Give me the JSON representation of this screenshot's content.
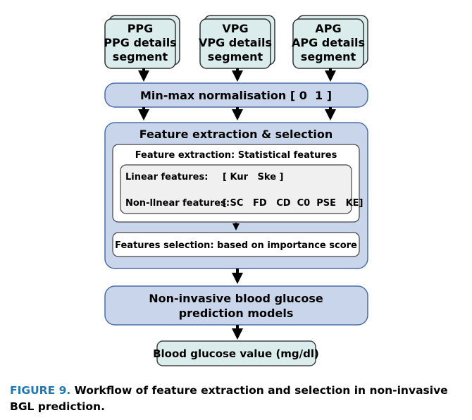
{
  "inputs": [
    {
      "line1": "PPG",
      "line2": "PPG details",
      "line3": "segment"
    },
    {
      "line1": "VPG",
      "line2": "VPG details",
      "line3": "segment"
    },
    {
      "line1": "APG",
      "line2": "APG details",
      "line3": "segment"
    }
  ],
  "normalisation": "Min-max normalisation [ 0  1 ]",
  "feature_block": {
    "title": "Feature extraction & selection",
    "extraction_title": "Feature extraction: Statistical features",
    "linear_label": "Linear features:",
    "linear_values": "[ Kur   Ske ]",
    "nonlinear_label": "Non-llnear features:",
    "nonlinear_values": "[ SC   FD   CD  C0  PSE   KE]",
    "selection": "Features selection: based on importance score"
  },
  "model": {
    "line1": "Non-invasive blood glucose",
    "line2": "prediction models"
  },
  "output": "Blood glucose value (mg/dl)",
  "caption": {
    "label": "FIGURE 9.",
    "text": "Workflow of feature extraction and selection in non-invasive BGL prediction."
  },
  "colors": {
    "box_fill": "#c9d5ea",
    "box_stroke": "#4a6fa5",
    "input_fill": "#dbecec",
    "inner_fill": "#ffffff",
    "lists_fill": "#f0f0f0"
  }
}
